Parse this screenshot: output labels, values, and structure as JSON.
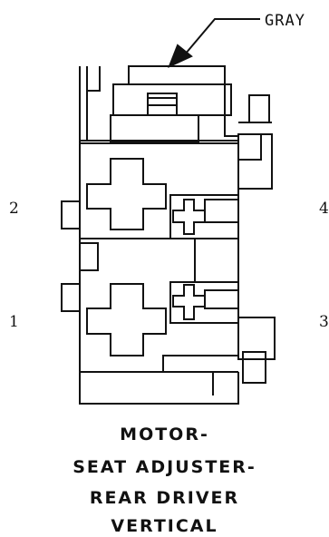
{
  "callout": {
    "label": "GRAY"
  },
  "pins": {
    "p1": "1",
    "p2": "2",
    "p3": "3",
    "p4": "4"
  },
  "caption": {
    "line1": "MOTOR-",
    "line2": "SEAT ADJUSTER-",
    "line3": "REAR DRIVER",
    "line4": "VERTICAL"
  },
  "colors": {
    "stroke": "#111111",
    "background": "#ffffff"
  }
}
